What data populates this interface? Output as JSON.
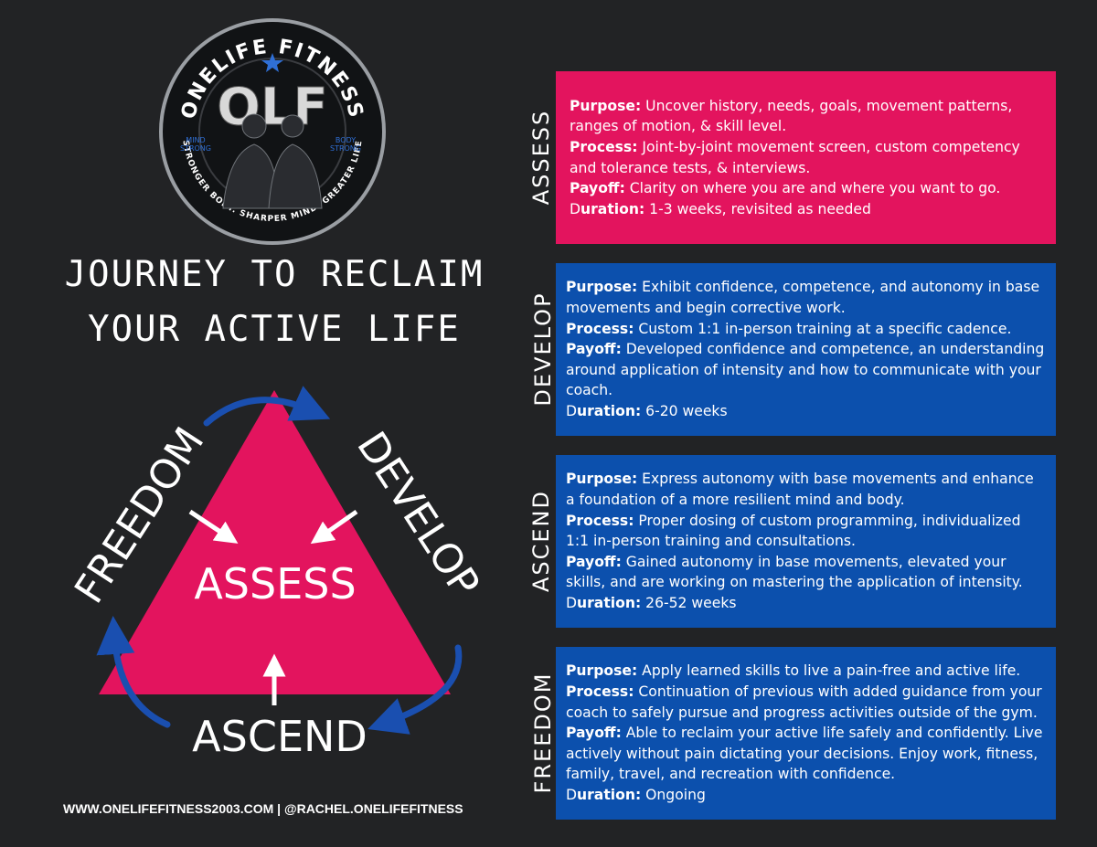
{
  "logo": {
    "ring_text": "ONELIFE FITNESS",
    "monogram": "OLF",
    "left_tag_1": "MIND",
    "left_tag_2": "STRONG",
    "right_tag_1": "BODY",
    "right_tag_2": "STRONG",
    "bottom_ring_text": "STRONGER BODY. SHARPER MIND. GREATER LIFE",
    "icon": "star-icon"
  },
  "title": {
    "line1": "JOURNEY TO RECLAIM",
    "line2": "YOUR ACTIVE LIFE"
  },
  "diagram": {
    "center": "ASSESS",
    "left": "FREEDOM",
    "right": "DEVELOP",
    "bottom": "ASCEND",
    "colors": {
      "triangle": "#e3145e",
      "cycle_arrows": "#1a4fb0",
      "pointer_arrows": "#ffffff"
    }
  },
  "footer": {
    "text": "WWW.ONELIFEFITNESS2003.COM | @RACHEL.ONELIFEFITNESS"
  },
  "colors": {
    "background": "#222325",
    "pink": "#e3145e",
    "blue": "#0c50ad"
  },
  "stages": [
    {
      "label": "ASSESS",
      "purpose_label": "Purpose:",
      "purpose": " Uncover history, needs, goals, movement patterns, ranges of motion, & skill level.",
      "process_label": "Process:",
      "process": " Joint-by-joint movement screen, custom competency and tolerance tests, & interviews.",
      "payoff_label": "Payoff:",
      "payoff": " Clarity on where you are and where you want to go.",
      "duration_d": "D",
      "duration_label": "uration:",
      "duration": " 1-3 weeks, revisited as needed"
    },
    {
      "label": "DEVELOP",
      "purpose_label": "Purpose:",
      "purpose": " Exhibit confidence, competence, and autonomy in base movements and begin corrective work.",
      "process_label": "Process:",
      "process": " Custom 1:1 in-person training at a specific cadence.",
      "payoff_label": "Payoff:",
      "payoff": " Developed confidence and competence, an understanding around application of intensity and how to communicate with your coach.",
      "duration_d": "D",
      "duration_label": "uration:",
      "duration": " 6-20 weeks"
    },
    {
      "label": "ASCEND",
      "purpose_label": "Purpose:",
      "purpose": " Express autonomy with base movements and enhance a foundation of a more resilient mind and body.",
      "process_label": "Process:",
      "process": " Proper dosing of custom programming, individualized 1:1 in-person training and consultations.",
      "payoff_label": "Payoff:",
      "payoff": " Gained autonomy in base movements, elevated your skills, and are working on mastering the application of intensity.",
      "duration_d": "D",
      "duration_label": "uration:",
      "duration": " 26-52 weeks"
    },
    {
      "label": "FREEDOM",
      "purpose_label": "Purpose:",
      "purpose": "  Apply learned skills to live a pain-free and active life.",
      "process_label": "Process:",
      "process": " Continuation of previous with added guidance from your coach to safely pursue and progress activities outside of the gym.",
      "payoff_label": "Payoff:",
      "payoff": " Able to reclaim your active life safely and confidently. Live actively without pain dictating your decisions. Enjoy work, fitness, family, travel, and recreation with confidence.",
      "duration_d": "D",
      "duration_label": "uration:",
      "duration": " Ongoing"
    }
  ]
}
